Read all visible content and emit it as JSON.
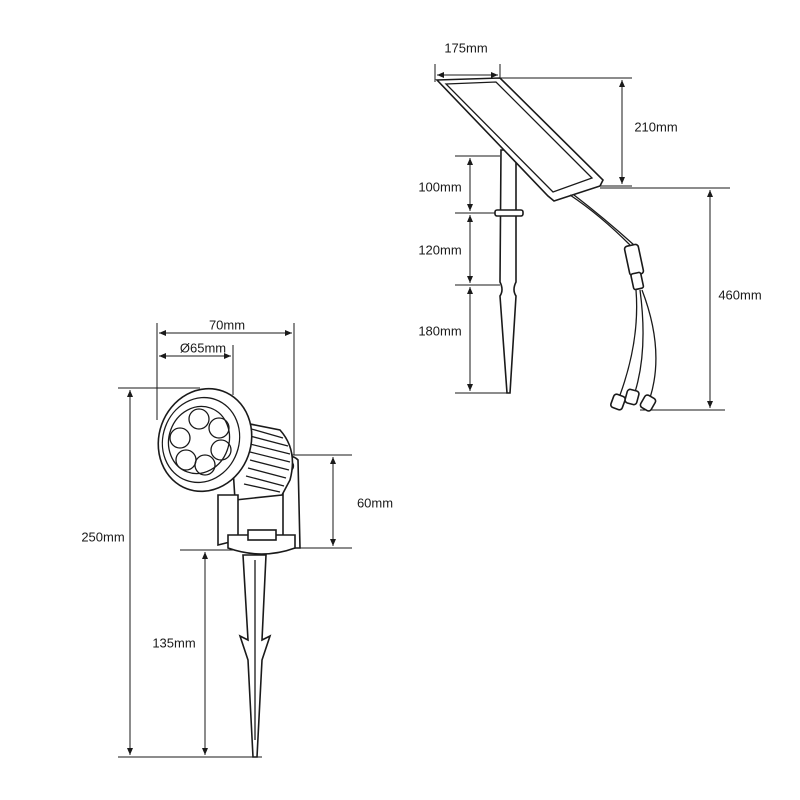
{
  "spotlight": {
    "width_label": "70mm",
    "diameter_label": "Ø65mm",
    "total_height_label": "250mm",
    "stake_height_label": "135mm",
    "bracket_height_label": "60mm"
  },
  "solar_panel": {
    "panel_width_label": "175mm",
    "panel_height_label": "210mm",
    "pole_upper_label": "100mm",
    "pole_middle_label": "120mm",
    "stake_label": "180mm",
    "cable_length_label": "460mm"
  },
  "colors": {
    "line": "#1a1a1a",
    "background": "#ffffff"
  }
}
